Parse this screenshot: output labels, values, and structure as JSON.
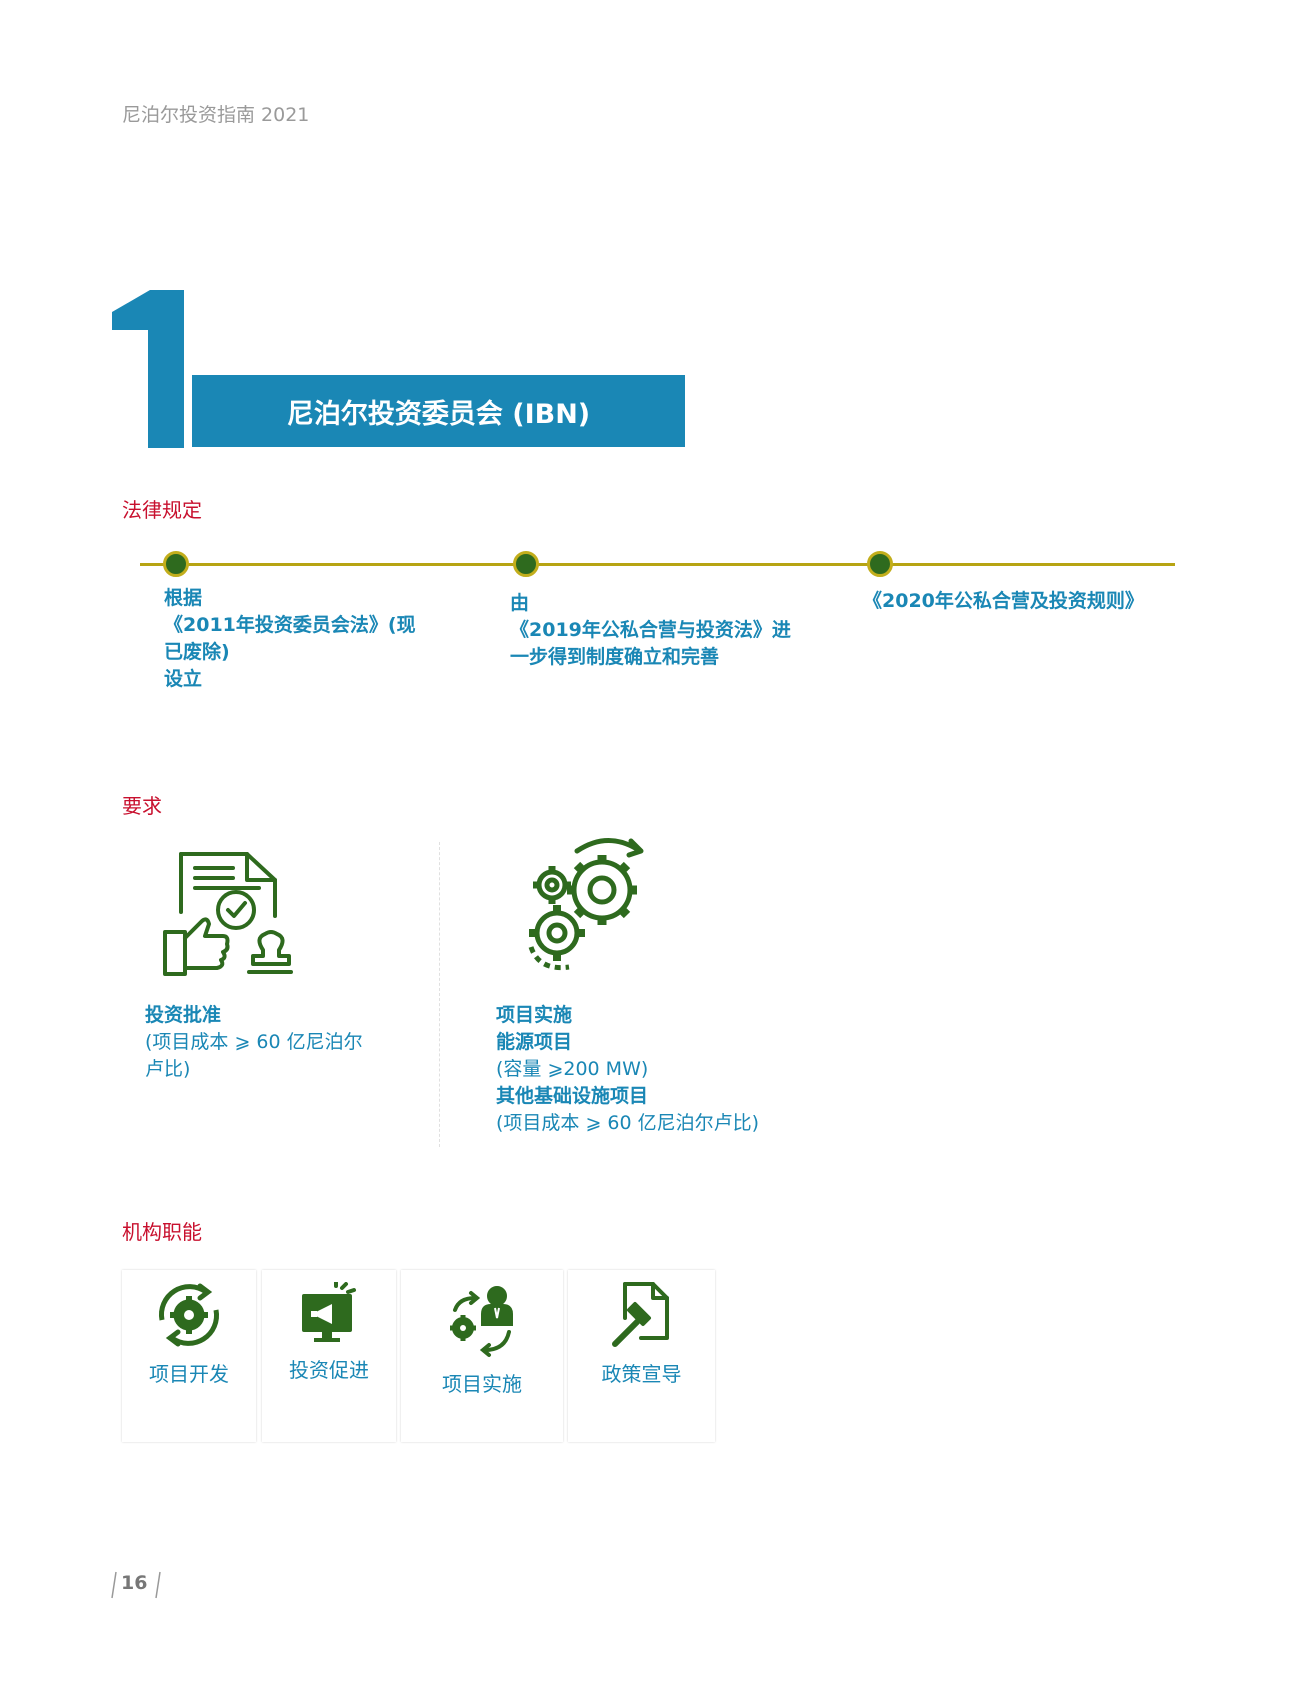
{
  "header": {
    "title": "尼泊尔投资指南 2021"
  },
  "chapter": {
    "number": "1",
    "title": "尼泊尔投资委员会 (IBN)"
  },
  "colors": {
    "blue": "#1a87b5",
    "red": "#c8102e",
    "green": "#2e6a1e",
    "gold": "#b7a413"
  },
  "legal": {
    "heading": "法律规定",
    "items": [
      {
        "lines": [
          "根据",
          "《2011年投资委员会法》(现",
          "已废除)",
          "设立"
        ]
      },
      {
        "lines": [
          "由",
          "《2019年公私合营与投资法》进",
          "一步得到制度确立和完善"
        ]
      },
      {
        "lines": [
          "《2020年公私合营及投资规则》"
        ]
      }
    ]
  },
  "requirements": {
    "heading": "要求",
    "left": {
      "icon": "approval-document-stamp-icon",
      "lines": [
        "投资批准",
        "(项目成本 ⩾ 60 亿尼泊尔",
        "卢比)"
      ]
    },
    "right": {
      "icon": "gears-icon",
      "lines": [
        "项目实施",
        "能源项目",
        "(容量 ⩾200 MW)",
        "其他基础设施项目",
        "(项目成本 ⩾ 60 亿尼泊尔卢比)"
      ]
    }
  },
  "functions": {
    "heading": "机构职能",
    "cards": [
      {
        "icon": "gear-cycle-icon",
        "label": "项目开发"
      },
      {
        "icon": "promotion-monitor-icon",
        "label": "投资促进"
      },
      {
        "icon": "person-gear-icon",
        "label": "项目实施"
      },
      {
        "icon": "policy-document-gavel-icon",
        "label": "政策宣导"
      }
    ]
  },
  "footer": {
    "page_number": "16"
  }
}
